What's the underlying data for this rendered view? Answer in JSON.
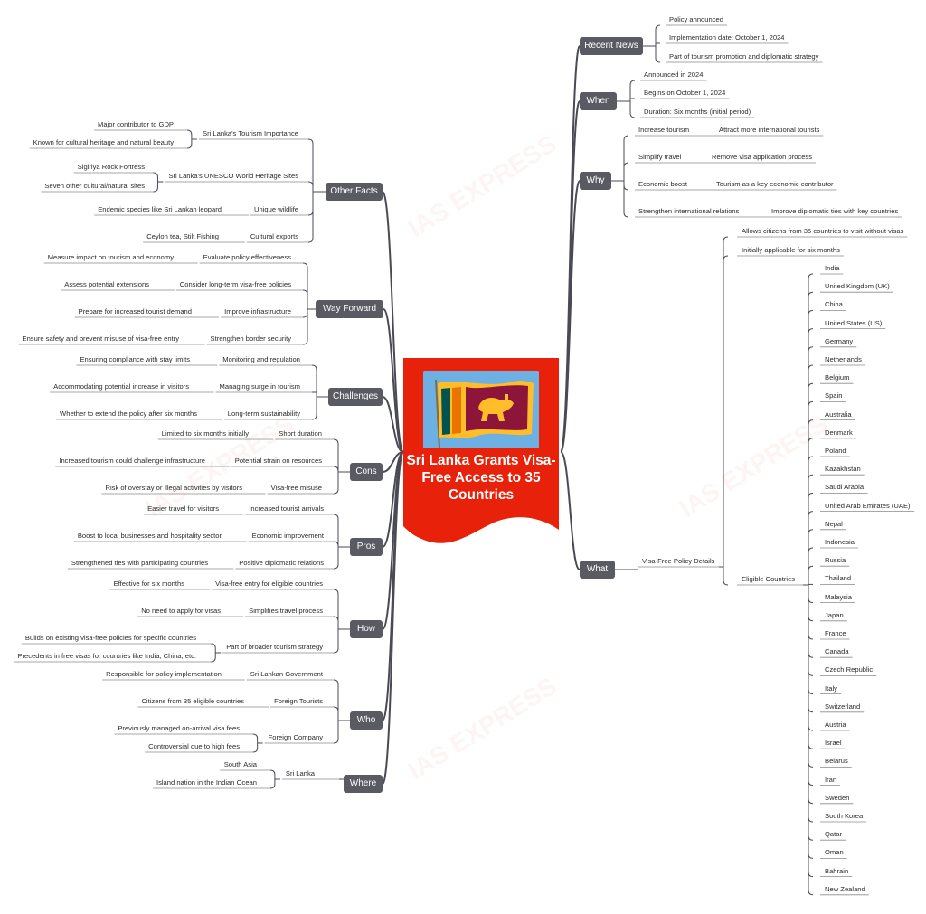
{
  "title": "Sri Lanka Grants Visa-Free Access to 35 Countries",
  "watermark": "IAS EXPRESS",
  "colors": {
    "branch": "#5a5a63",
    "central": "#e8210b",
    "link": "#4a4a55",
    "underline": "#8a8a8a"
  },
  "branches": {
    "recent_news": {
      "label": "Recent News",
      "items": [
        "Policy announced",
        "Implementation date: October 1, 2024",
        "Part of tourism promotion and diplomatic strategy"
      ]
    },
    "when": {
      "label": "When",
      "items": [
        "Announced in 2024",
        "Begins on October 1, 2024",
        "Duration: Six months (initial period)"
      ]
    },
    "why": {
      "label": "Why",
      "items": [
        {
          "label": "Increase tourism",
          "child": "Attract more international tourists"
        },
        {
          "label": "Simplify travel",
          "child": "Remove visa application process"
        },
        {
          "label": "Economic boost",
          "child": "Tourism as a key economic contributor"
        },
        {
          "label": "Strengthen international relations",
          "child": "Improve diplomatic ties with key countries"
        }
      ]
    },
    "what": {
      "label": "What",
      "sub": "Visa-Free Policy Details",
      "details": [
        "Allows citizens from 35 countries to visit without visas",
        "Initially applicable for six months"
      ],
      "eligible_label": "Eligible Countries",
      "countries": [
        "India",
        "United Kingdom (UK)",
        "China",
        "United States (US)",
        "Germany",
        "Netherlands",
        "Belgium",
        "Spain",
        "Australia",
        "Denmark",
        "Poland",
        "Kazakhstan",
        "Saudi Arabia",
        "United Arab Emirates (UAE)",
        "Nepal",
        "Indonesia",
        "Russia",
        "Thailand",
        "Malaysia",
        "Japan",
        "France",
        "Canada",
        "Czech Republic",
        "Italy",
        "Switzerland",
        "Austria",
        "Israel",
        "Belarus",
        "Iran",
        "Sweden",
        "South Korea",
        "Qatar",
        "Oman",
        "Bahrain",
        "New Zealand"
      ]
    },
    "other_facts": {
      "label": "Other Facts",
      "items": [
        {
          "label": "Sri Lanka's Tourism Importance",
          "children": [
            "Major contributor to GDP",
            "Known for cultural heritage and natural beauty"
          ]
        },
        {
          "label": "Sri Lanka's UNESCO World Heritage Sites",
          "children": [
            "Sigiriya Rock Fortress",
            "Seven other cultural/natural sites"
          ]
        },
        {
          "label": "Unique wildlife",
          "children": [
            "Endemic species like Sri Lankan leopard"
          ]
        },
        {
          "label": "Cultural exports",
          "children": [
            "Ceylon tea, Stilt Fishing"
          ]
        }
      ]
    },
    "way_forward": {
      "label": "Way Forward",
      "items": [
        {
          "label": "Evaluate policy effectiveness",
          "child": "Measure impact on tourism and economy"
        },
        {
          "label": "Consider long-term visa-free policies",
          "child": "Assess potential extensions"
        },
        {
          "label": "Improve infrastructure",
          "child": "Prepare for increased tourist demand"
        },
        {
          "label": "Strengthen border security",
          "child": "Ensure safety and prevent misuse of visa-free entry"
        }
      ]
    },
    "challenges": {
      "label": "Challenges",
      "items": [
        {
          "label": "Monitoring and regulation",
          "child": "Ensuring compliance with stay limits"
        },
        {
          "label": "Managing surge in tourism",
          "child": "Accommodating potential increase in visitors"
        },
        {
          "label": "Long-term sustainability",
          "child": "Whether to extend the policy after six months"
        }
      ]
    },
    "cons": {
      "label": "Cons",
      "items": [
        {
          "label": "Short duration",
          "child": "Limited to six months initially"
        },
        {
          "label": "Potential strain on resources",
          "child": "Increased tourism could challenge infrastructure"
        },
        {
          "label": "Visa-free misuse",
          "child": "Risk of overstay or illegal activities by visitors"
        }
      ]
    },
    "pros": {
      "label": "Pros",
      "items": [
        {
          "label": "Increased tourist arrivals",
          "child": "Easier travel for visitors"
        },
        {
          "label": "Economic improvement",
          "child": "Boost to local businesses and hospitality sector"
        },
        {
          "label": "Positive diplomatic relations",
          "child": "Strengthened ties with participating countries"
        }
      ]
    },
    "how": {
      "label": "How",
      "items": [
        {
          "label": "Visa-free entry for eligible countries",
          "children": [
            "Effective for six months"
          ]
        },
        {
          "label": "Simplifies travel process",
          "children": [
            "No need to apply for visas"
          ]
        },
        {
          "label": "Part of broader tourism strategy",
          "children": [
            "Builds on existing visa-free policies for specific countries",
            "Precedents in free visas for countries like India, China, etc."
          ]
        }
      ]
    },
    "who": {
      "label": "Who",
      "items": [
        {
          "label": "Sri Lankan Government",
          "children": [
            "Responsible for policy implementation"
          ]
        },
        {
          "label": "Foreign Tourists",
          "children": [
            "Citizens from 35 eligible countries"
          ]
        },
        {
          "label": "Foreign Company",
          "children": [
            "Previously managed on-arrival visa fees",
            "Controversial due to high fees"
          ]
        }
      ]
    },
    "where": {
      "label": "Where",
      "items": [
        {
          "label": "Sri Lanka",
          "children": [
            "South Asia",
            "Island nation in the Indian Ocean"
          ]
        }
      ]
    }
  }
}
